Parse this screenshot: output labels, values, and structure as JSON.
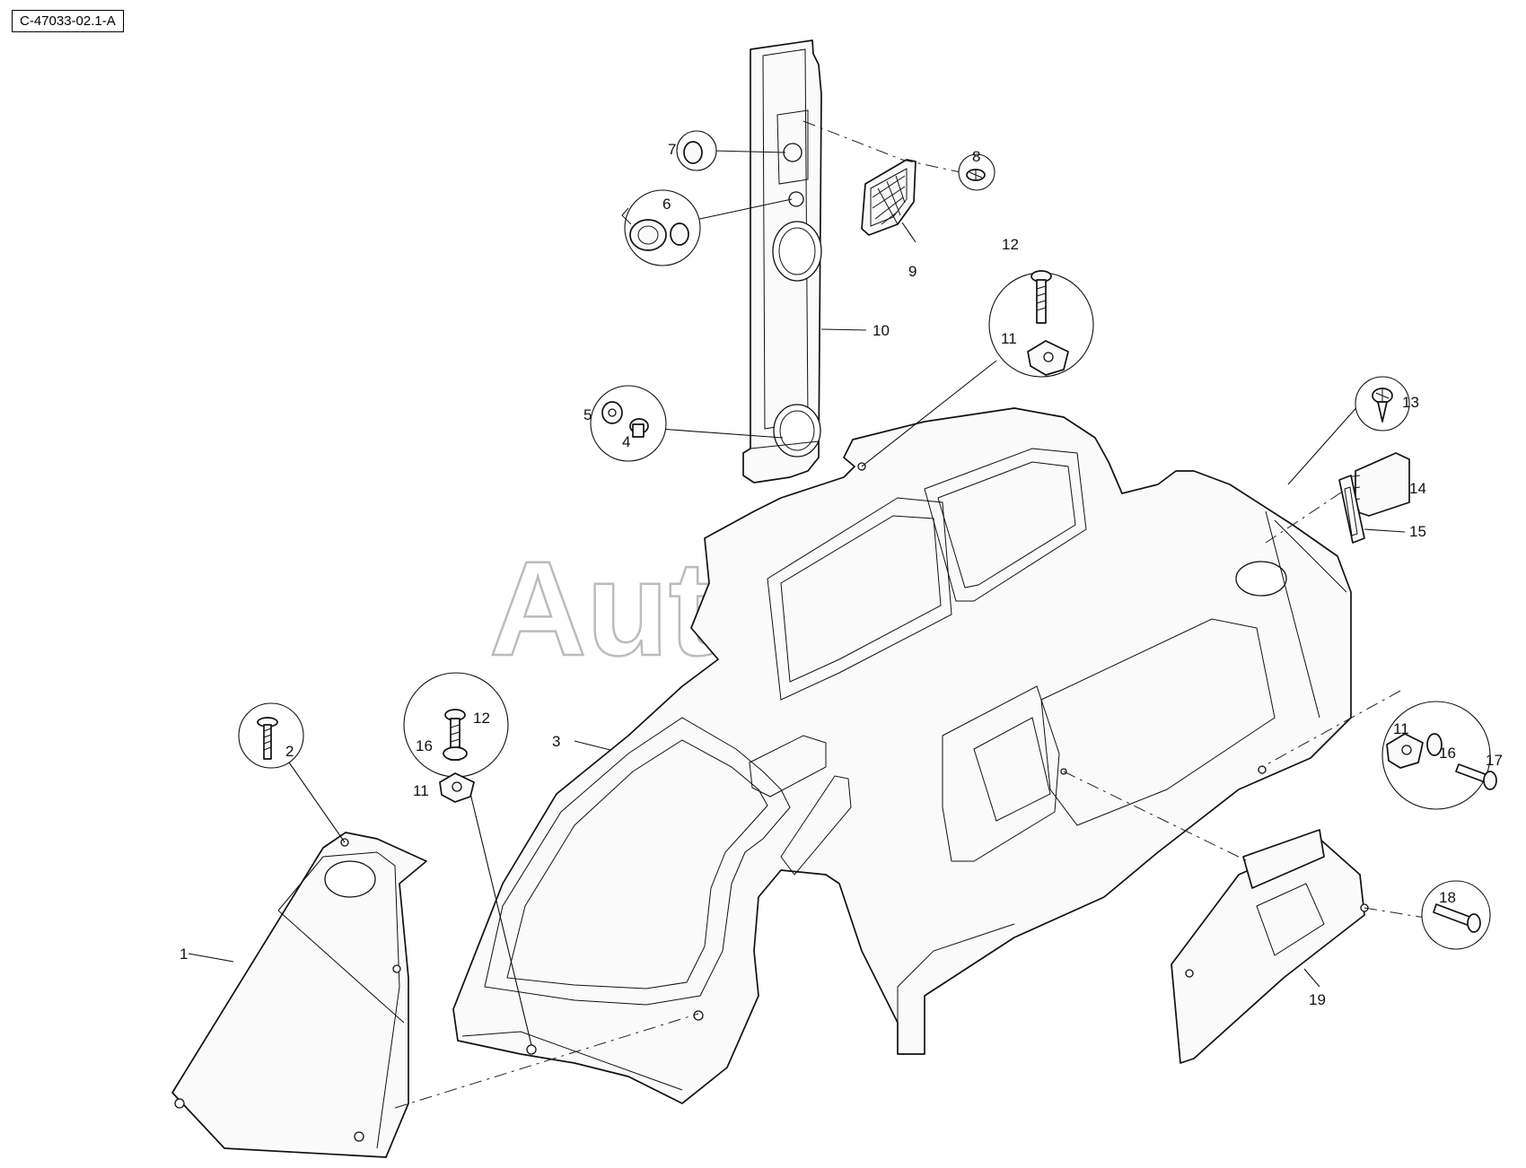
{
  "diagram": {
    "drawing_code": "C-47033-02.1-A",
    "watermark": "AutoSoft",
    "callouts": [
      {
        "id": "1",
        "label": "1"
      },
      {
        "id": "2",
        "label": "2"
      },
      {
        "id": "3",
        "label": "3"
      },
      {
        "id": "4",
        "label": "4"
      },
      {
        "id": "5",
        "label": "5"
      },
      {
        "id": "6",
        "label": "6"
      },
      {
        "id": "7",
        "label": "7"
      },
      {
        "id": "8",
        "label": "8"
      },
      {
        "id": "9",
        "label": "9"
      },
      {
        "id": "10",
        "label": "10"
      },
      {
        "id": "11a",
        "label": "11"
      },
      {
        "id": "11b",
        "label": "11"
      },
      {
        "id": "11c",
        "label": "11"
      },
      {
        "id": "12a",
        "label": "12"
      },
      {
        "id": "12b",
        "label": "12"
      },
      {
        "id": "13",
        "label": "13"
      },
      {
        "id": "14",
        "label": "14"
      },
      {
        "id": "15",
        "label": "15"
      },
      {
        "id": "16a",
        "label": "16"
      },
      {
        "id": "16b",
        "label": "16"
      },
      {
        "id": "17",
        "label": "17"
      },
      {
        "id": "18",
        "label": "18"
      },
      {
        "id": "19",
        "label": "19"
      }
    ]
  }
}
